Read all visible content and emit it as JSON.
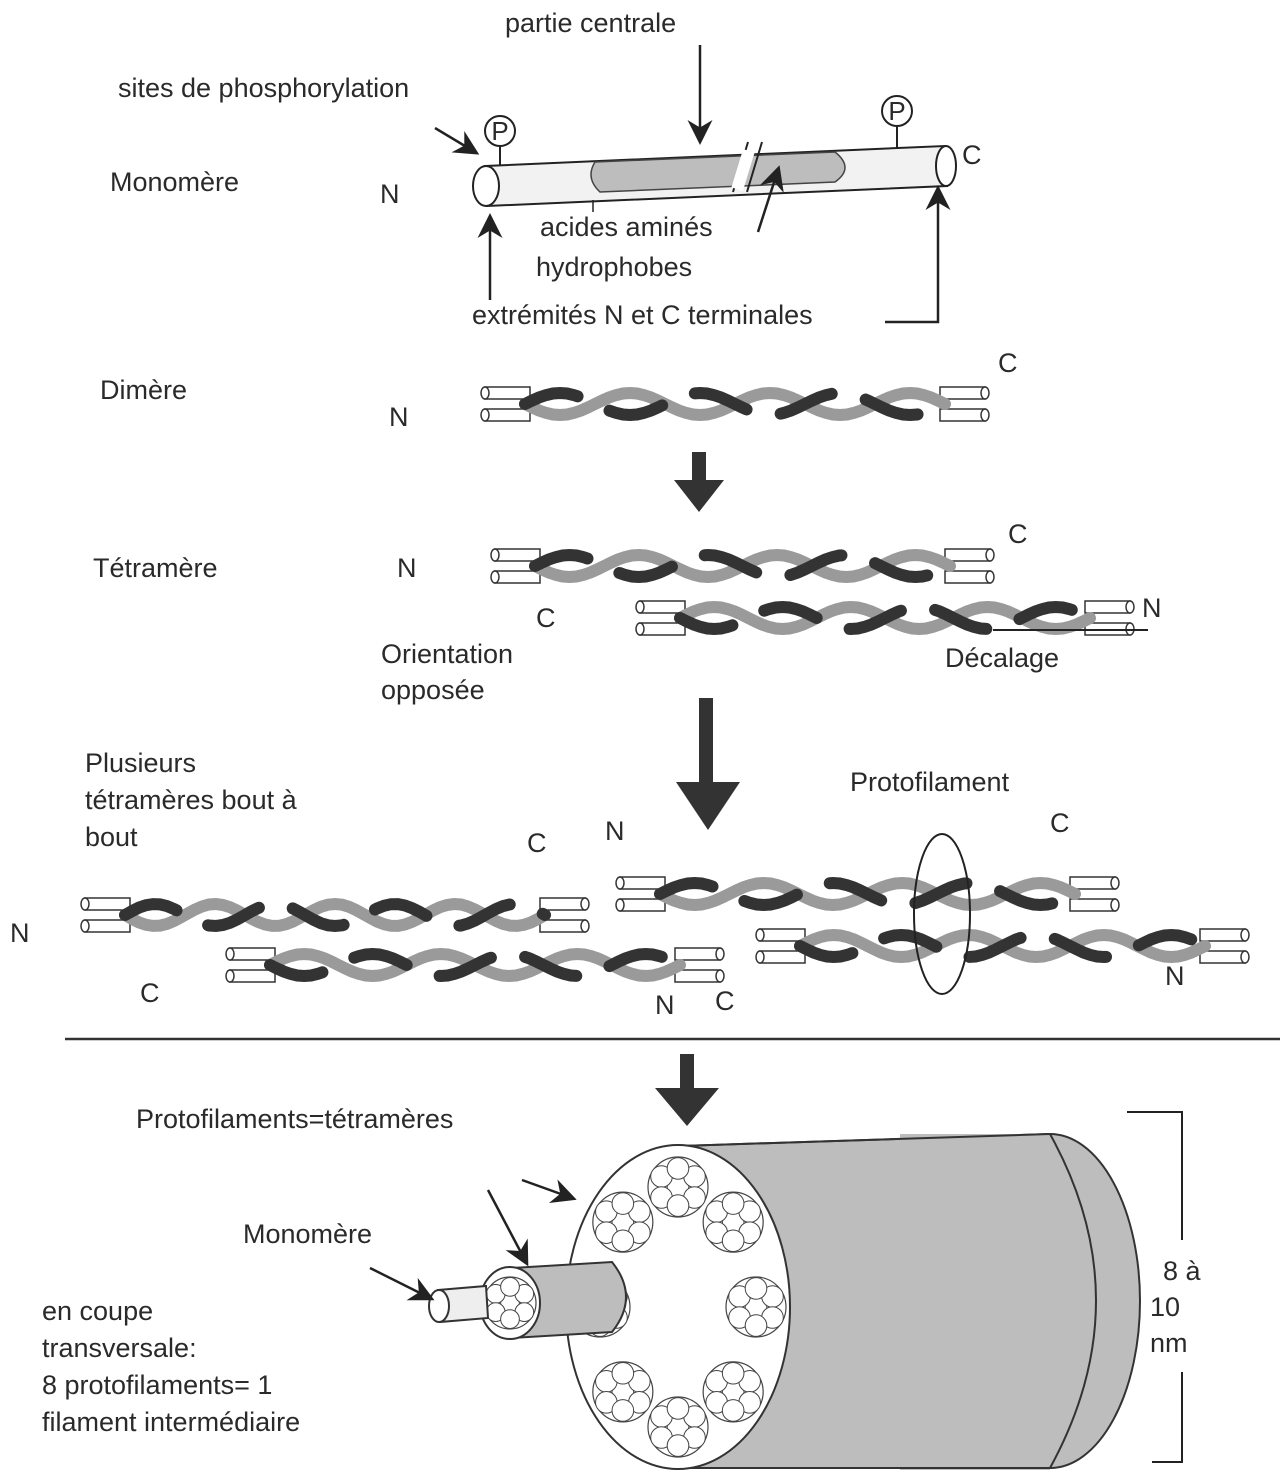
{
  "labels": {
    "partie_centrale": "partie centrale",
    "sites_phospho": "sites de phosphorylation",
    "monomere": "Monomère",
    "P": "P",
    "N": "N",
    "C": "C",
    "acides_amines": "acides aminés",
    "hydrophobes": "hydrophobes",
    "extremites": "extrémités N et C terminales",
    "dimere": "Dimère",
    "tetramere": "Tétramère",
    "orientation": "Orientation",
    "opposee": "opposée",
    "decalage": "Décalage",
    "plusieurs_1": "Plusieurs",
    "plusieurs_2": "tétramères bout à",
    "plusieurs_3": "bout",
    "protofilament": "Protofilament",
    "protofilaments_eq": "Protofilaments=tétramères",
    "monomere_2": "Monomère",
    "coupe_1": "en coupe",
    "coupe_2": "transversale:",
    "coupe_3": "8 protofilaments= 1",
    "coupe_4": "filament intermédiaire",
    "size_1": "8 à",
    "size_2": "10",
    "size_3": "nm"
  },
  "colors": {
    "dark_strand": "#333333",
    "light_strand": "#9a9a9a",
    "cylinder_fill": "#bdbdbd",
    "line": "#222222"
  }
}
